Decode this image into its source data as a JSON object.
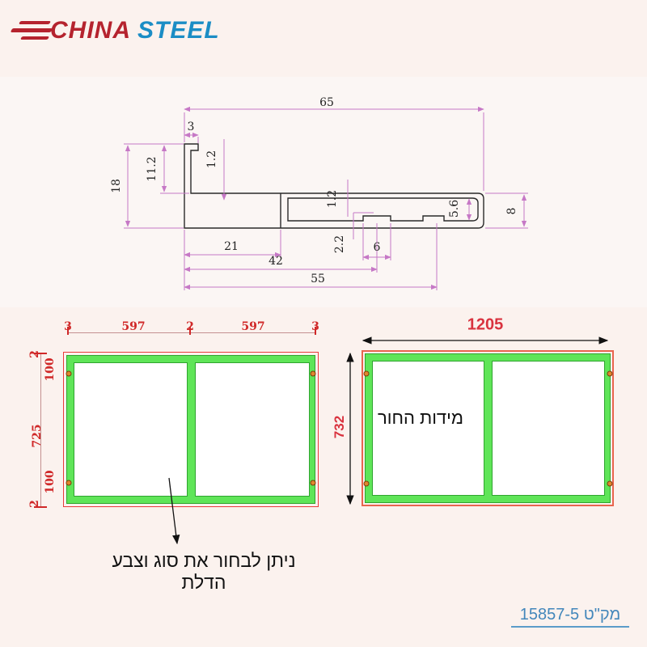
{
  "logo": {
    "china": "CHINA",
    "steel": "STEEL",
    "china_color": "#b5232e",
    "steel_color": "#1b8dc5"
  },
  "profile": {
    "dim_line_color": "#c678c6",
    "dims": {
      "total_width": "65",
      "tab_width": "3",
      "wall_a": "1.2",
      "leg_inner": "11.2",
      "leg_height": "18",
      "wall_b": "1.2",
      "notch_depth": "2.2",
      "notch_width": "6",
      "pocket_height": "5.6",
      "bar_height": "8",
      "len_a": "21",
      "len_b": "42",
      "len_c": "55"
    }
  },
  "left_panel": {
    "dim_color": "#d02828",
    "top_dims": [
      "3",
      "597",
      "2",
      "597",
      "3"
    ],
    "side_dims": [
      "2",
      "100",
      "725",
      "100",
      "2"
    ]
  },
  "right_panel": {
    "dim_color": "#d9333f",
    "width_dim": "1205",
    "height_dim": "732",
    "inner_label": "מידות החור"
  },
  "colors": {
    "frame_green": "#5fe558",
    "frame_green_dark": "#2fa42f",
    "panel_red": "#e93a3a",
    "hinge": "#e0872e"
  },
  "caption": {
    "note": "ניתן לבחור  את סוג וצבע הדלת"
  },
  "footer": {
    "catalog": "מק\"ט 15857-5"
  }
}
